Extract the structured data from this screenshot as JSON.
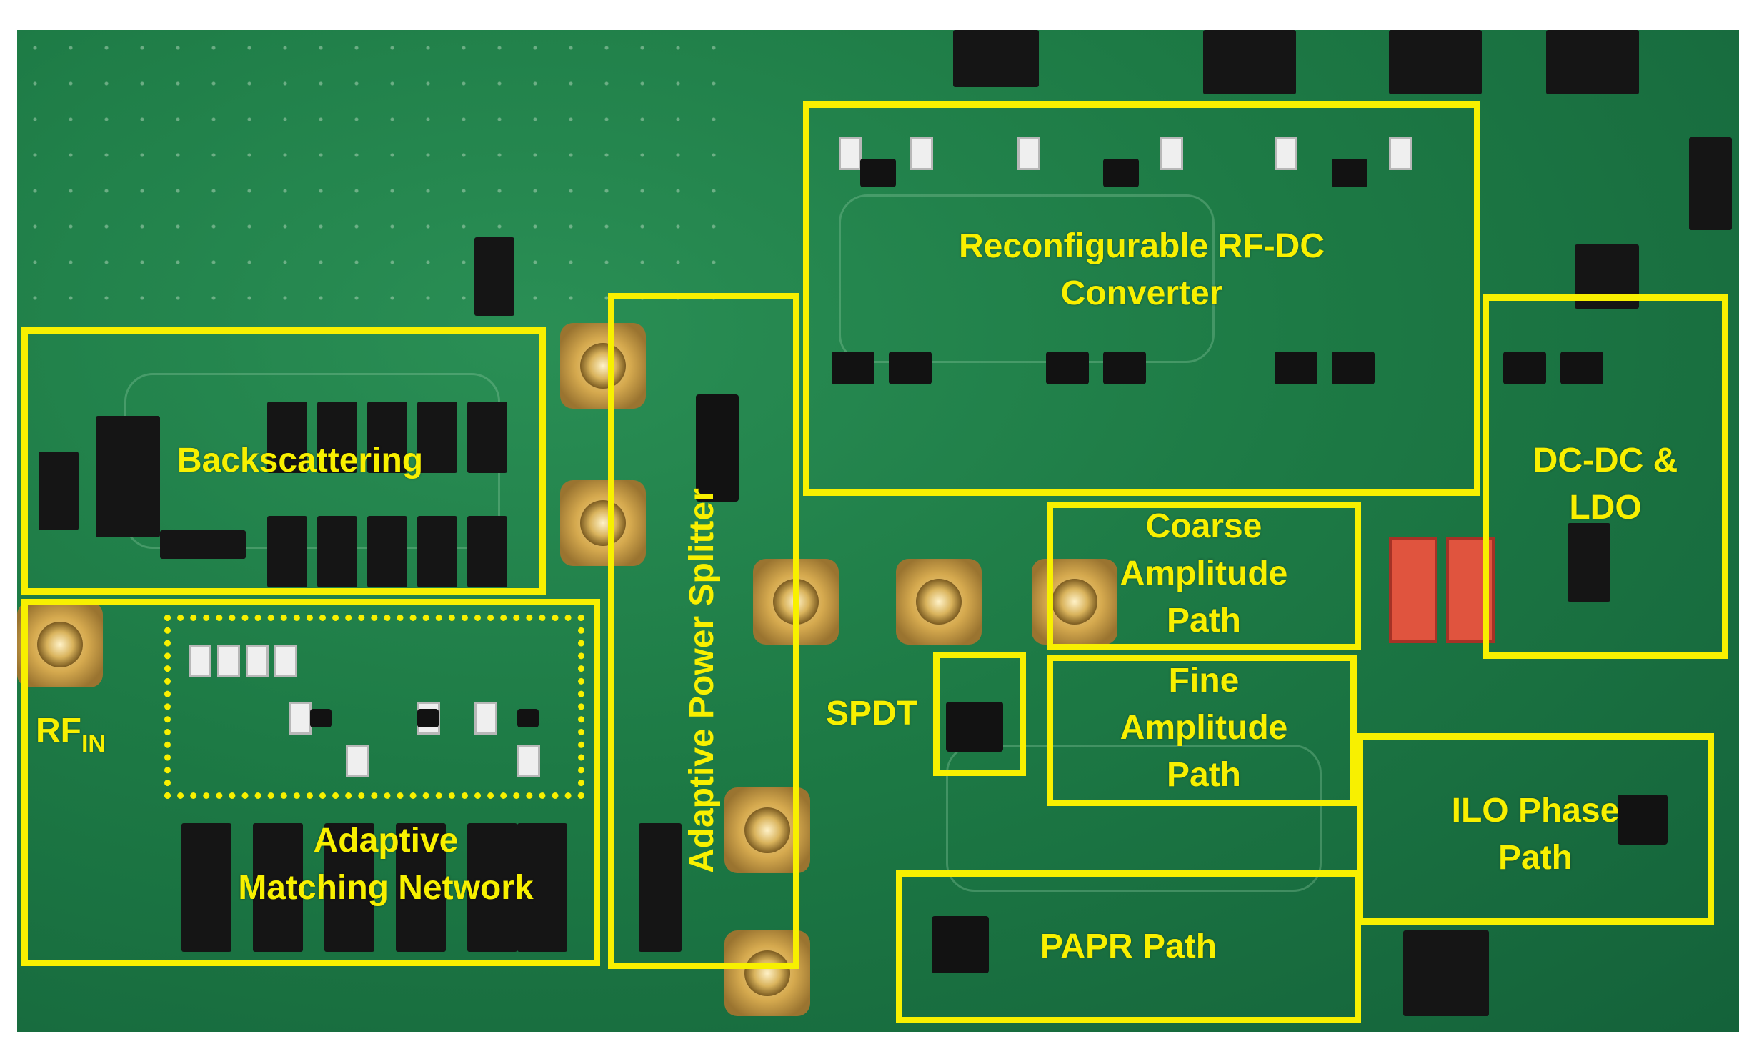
{
  "annotations": {
    "reconfigurable_rf_dc": [
      "Reconfigurable RF-DC",
      "Converter"
    ],
    "backscattering": "Backscattering",
    "adaptive_power_splitter": "Adaptive Power Splitter",
    "dc_dc_ldo": [
      "DC-DC &",
      "LDO"
    ],
    "coarse_amplitude_path": [
      "Coarse",
      "Amplitude",
      "Path"
    ],
    "fine_amplitude_path": [
      "Fine",
      "Amplitude",
      "Path"
    ],
    "spdt": "SPDT",
    "rf_in": {
      "main": "RF",
      "subscript": "IN"
    },
    "adaptive_matching_network": [
      "Adaptive",
      "Matching Network"
    ],
    "ilo_phase_path": [
      "ILO Phase",
      "Path"
    ],
    "papr_path": "PAPR Path"
  },
  "colors": {
    "annotation": "#f8f000",
    "pcb_green": "#1d7a45",
    "sma_gold": "#d6aa4f",
    "connector_red": "#e0543e"
  }
}
